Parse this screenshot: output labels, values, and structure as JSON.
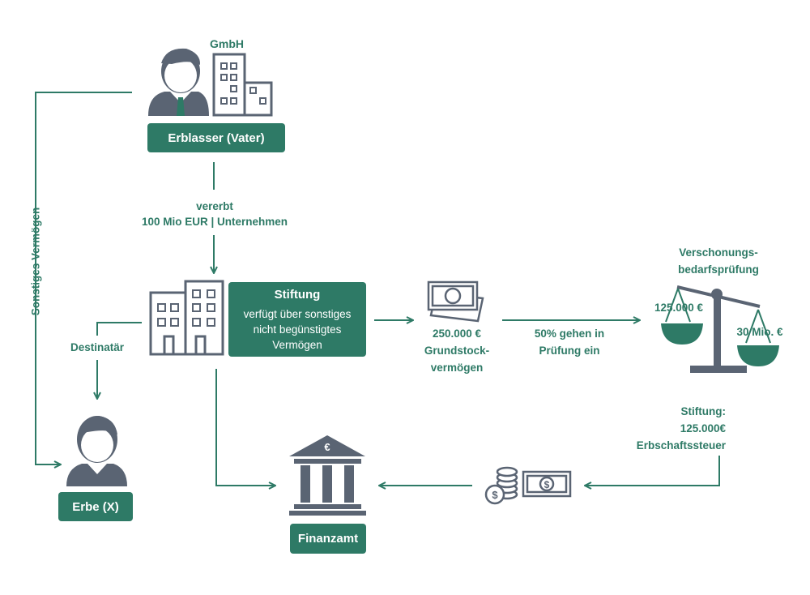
{
  "colors": {
    "accent": "#2e7a66",
    "icon_gray": "#5a6473",
    "white": "#ffffff"
  },
  "icons": [
    "person-icon",
    "company-building-icon",
    "foundation-building-icon",
    "banknote-icon",
    "balance-scale-icon",
    "tax-office-icon",
    "coins-icon",
    "dollar-banknote-icon"
  ],
  "erblasser": {
    "company_label": "GmbH",
    "label": "Erblasser (Vater)"
  },
  "flow": {
    "vererbt": "vererbt",
    "amount": "100 Mio EUR | Unternehmen"
  },
  "side": {
    "sonstiges": "Sonstiges Vermögen",
    "destinatar": "Destinatär"
  },
  "erbe": {
    "label": "Erbe (X)"
  },
  "stiftung": {
    "title": "Stiftung",
    "desc1": "verfügt über sonstiges",
    "desc2": "nicht begünstigtes",
    "desc3": "Vermögen"
  },
  "grundstock": {
    "line1": "250.000 €",
    "line2": "Grundstock-",
    "line3": "vermögen"
  },
  "pruefung": {
    "line1": "50% gehen in",
    "line2": "Prüfung ein"
  },
  "scale": {
    "title1": "Verschonungs-",
    "title2": "bedarfsprüfung",
    "left_value": "125.000 €",
    "right_value": "30 Mio. €"
  },
  "tax": {
    "line1": "Stiftung:",
    "line2": "125.000€",
    "line3": "Erbschaftssteuer"
  },
  "finanzamt": {
    "label": "Finanzamt",
    "currency_symbol": "€"
  }
}
